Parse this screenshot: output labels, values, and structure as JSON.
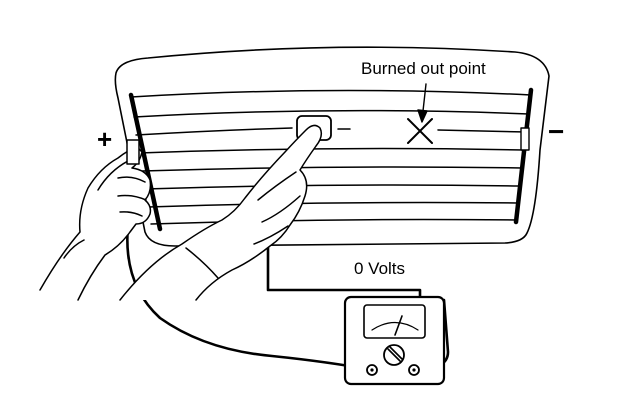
{
  "labels": {
    "burned_out_point": "Burned out point",
    "voltage": "0 Volts",
    "positive_terminal": "+",
    "negative_terminal": "−"
  },
  "colors": {
    "ink": "#000000",
    "background": "#ffffff"
  },
  "icons": {
    "break_marker": "x-mark",
    "meter_adjust": "slotted-screw",
    "hands": "hand-drawings"
  }
}
